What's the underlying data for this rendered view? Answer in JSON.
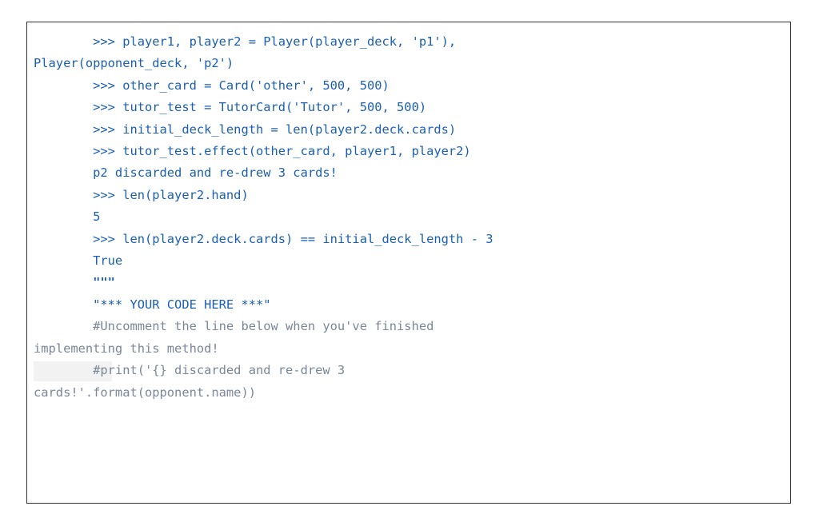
{
  "window": {
    "background_color": "#ffffff",
    "border_color": "#333333"
  },
  "code_block": {
    "name": "python-doctest-snippet",
    "text_color": "#1a5fb4",
    "comment_color": "#7b8699",
    "highlight_color": "#f2f2f2",
    "lines": [
      {
        "text": "        >>> player1, player2 = Player(player_deck, 'p1'),",
        "style": "normal"
      },
      {
        "text": "Player(opponent_deck, 'p2')",
        "style": "normal"
      },
      {
        "text": "        >>> other_card = Card('other', 500, 500)",
        "style": "normal"
      },
      {
        "text": "        >>> tutor_test = TutorCard('Tutor', 500, 500)",
        "style": "normal"
      },
      {
        "text": "        >>> initial_deck_length = len(player2.deck.cards)",
        "style": "normal"
      },
      {
        "text": "        >>> tutor_test.effect(other_card, player1, player2)",
        "style": "normal"
      },
      {
        "text": "        p2 discarded and re-drew 3 cards!",
        "style": "normal"
      },
      {
        "text": "        >>> len(player2.hand)",
        "style": "normal"
      },
      {
        "text": "        5",
        "style": "normal"
      },
      {
        "text": "        >>> len(player2.deck.cards) == initial_deck_length - 3",
        "style": "normal"
      },
      {
        "text": "        True",
        "style": "normal"
      },
      {
        "text": "        \"\"\"",
        "style": "bold"
      },
      {
        "text": "        \"*** YOUR CODE HERE ***\"",
        "style": "normal"
      },
      {
        "text": "        #Uncomment the line below when you've finished",
        "style": "comment"
      },
      {
        "text": "implementing this method!",
        "style": "comment"
      },
      {
        "text": "        #print('{} discarded and re-drew 3",
        "style": "comment-highlight"
      },
      {
        "text": "cards!'.format(opponent.name))",
        "style": "comment"
      }
    ]
  }
}
